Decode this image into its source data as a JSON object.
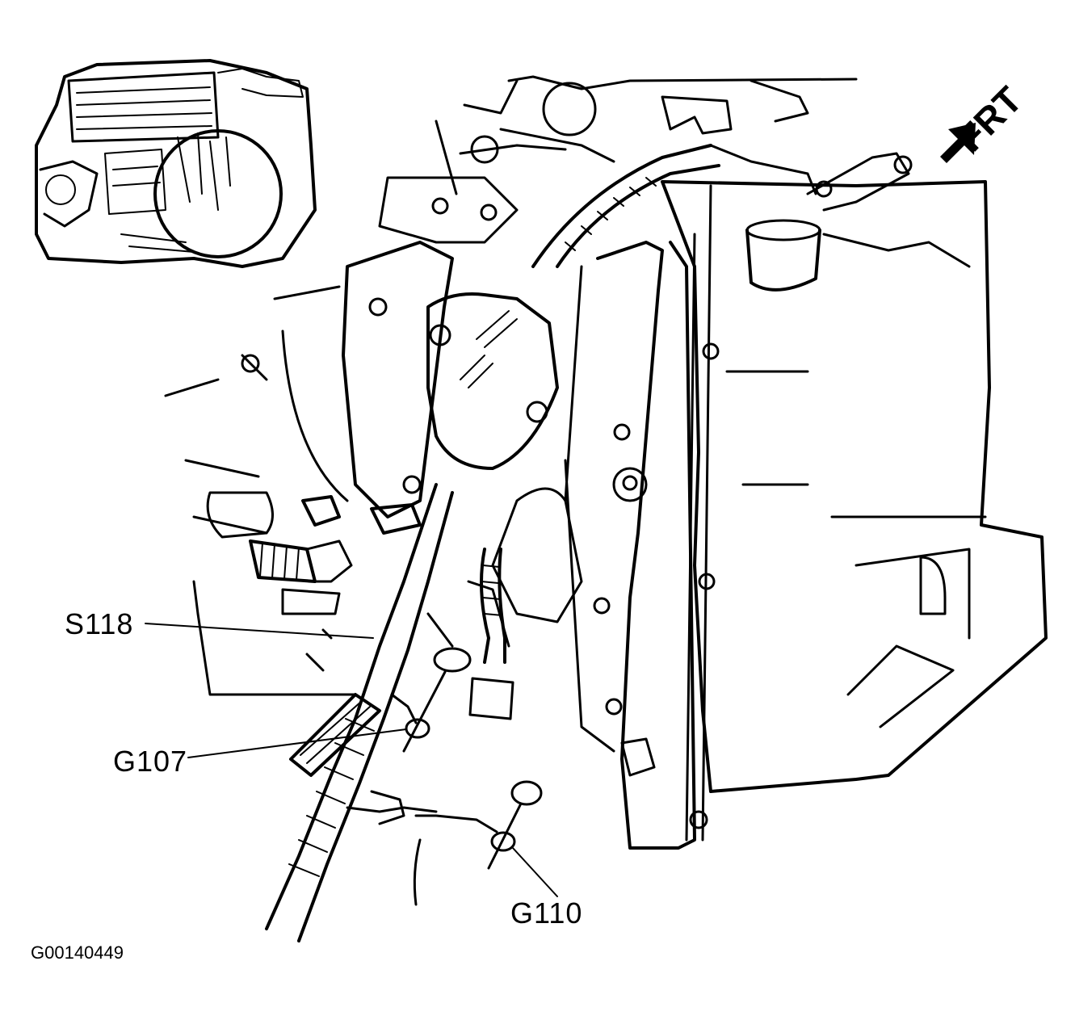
{
  "callouts": {
    "s118": "S118",
    "g107": "G107",
    "g110": "G110"
  },
  "direction": {
    "label": "FRT",
    "icon": "arrow-icon"
  },
  "figure_id": "G00140449",
  "colors": {
    "ink": "#000000",
    "paper": "#ffffff"
  }
}
